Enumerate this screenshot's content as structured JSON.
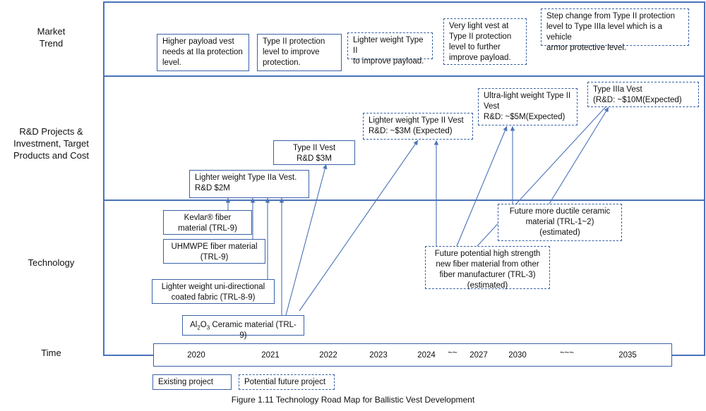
{
  "lanes": {
    "market": "Market\nTrend",
    "rnd": "R&D Projects &\nInvestment, Target\nProducts and Cost",
    "technology": "Technology",
    "time": "Time"
  },
  "market": {
    "m1": "Higher payload vest\nneeds at IIa protection\nlevel.",
    "m2": "Type II protection\nlevel to improve\nprotection.",
    "m3": "Lighter weight Type II\nto improve payload.",
    "m4": "Very light vest at\nType II protection\nlevel to further\nimprove payload.",
    "m5": "Step change from Type II protection\nlevel to Type IIIa level which is a vehicle\narmor protective level."
  },
  "rnd": {
    "p1": "Lighter weight Type IIa Vest.\nR&D $2M",
    "p2": "Type II Vest\nR&D $3M",
    "p3": "Lighter weight Type II Vest\nR&D: ~$3M (Expected)",
    "p4": "Ultra-light weight Type II\nVest\nR&D: ~$5M(Expected)",
    "p5": "Type IIIa Vest\n(R&D: ~$10M(Expected)"
  },
  "tech": {
    "t1": "Kevlar® fiber\nmaterial (TRL-9)",
    "t2": "UHMWPE fiber material\n(TRL-9)",
    "t3": "Lighter weight uni-directional\ncoated fabric (TRL-8-9)",
    "t4_prefix": "Al",
    "t4_sub1": "2",
    "t4_mid": "O",
    "t4_sub2": "3",
    "t4_suffix": " Ceramic material (TRL-9)",
    "t5": "Future potential high strength\nnew fiber material from other\nfiber manufacturer (TRL-3)\n(estimated)",
    "t6": "Future more ductile ceramic\nmaterial (TRL-1~2)\n(estimated)"
  },
  "time": {
    "y2020": "2020",
    "y2021": "2021",
    "y2022": "2022",
    "y2023": "2023",
    "y2024": "2024",
    "gap1": "~~",
    "y2027": "2027",
    "y2030": "2030",
    "gap2": "~~~",
    "y2035": "2035"
  },
  "legend": {
    "existing": "Existing project",
    "future": "Potential future project"
  },
  "caption": "Figure 1.11 Technology Road Map for Ballistic Vest Development",
  "colors": {
    "frame": "#4a72b8",
    "box_border": "#3a62a8",
    "arrow": "#4a72b8"
  }
}
